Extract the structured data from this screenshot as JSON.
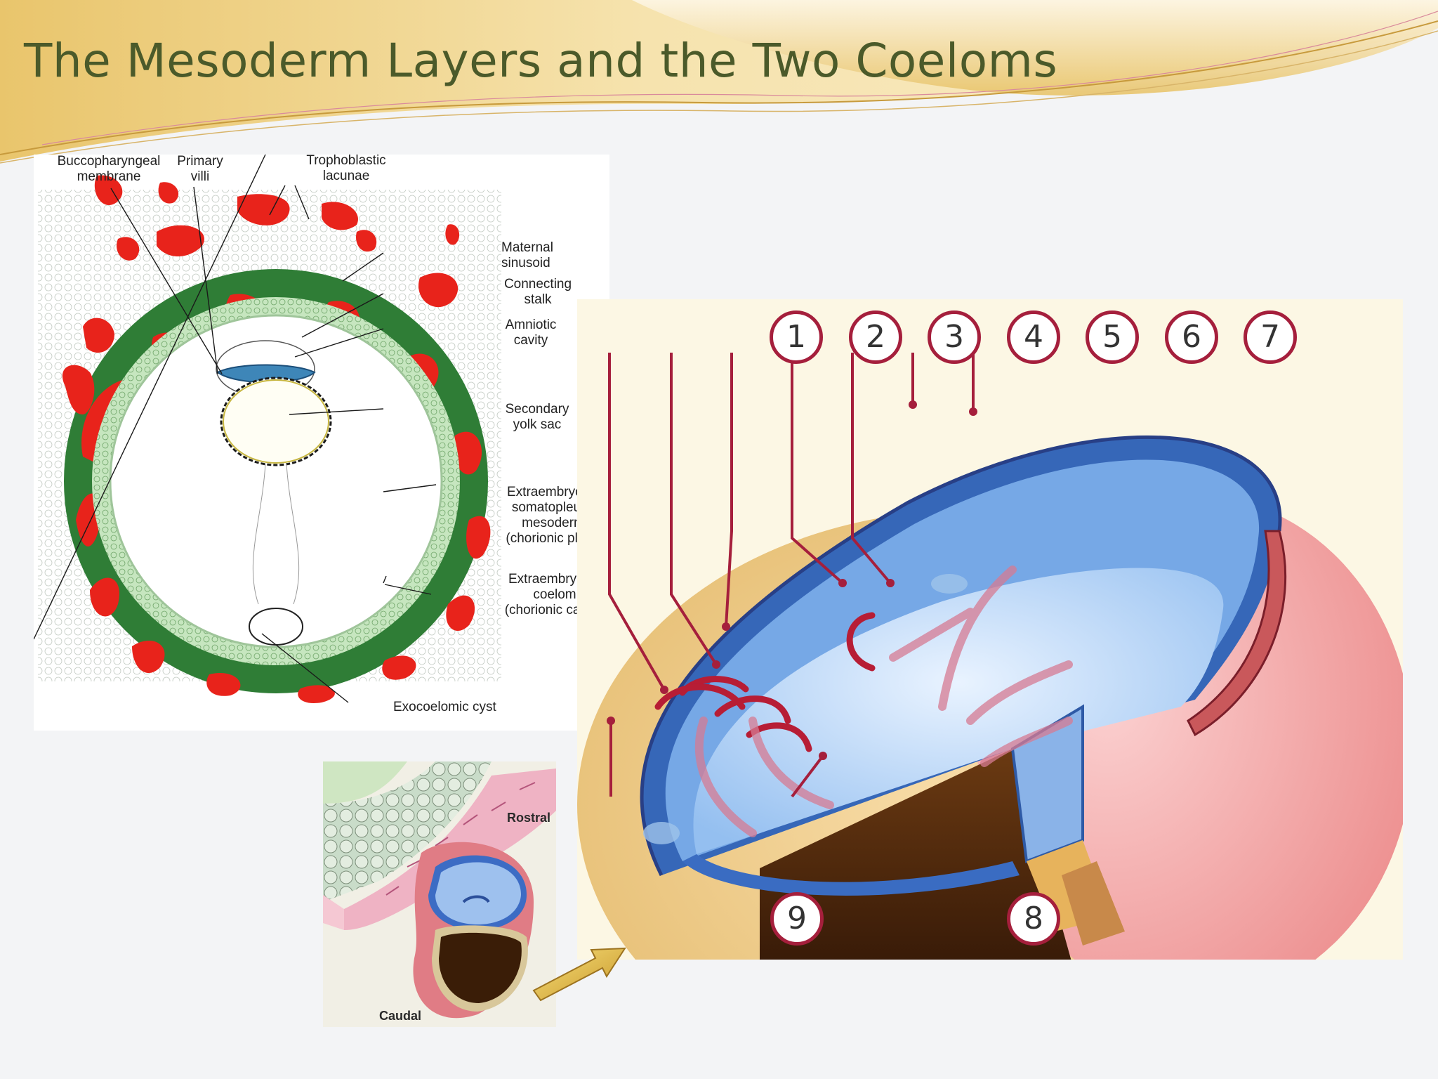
{
  "slide": {
    "title": "The Mesoderm Layers and the Two Coeloms",
    "colors": {
      "title": "#4b5a2a",
      "banner": "#e7c36c",
      "blood": "#e8231b",
      "chorion": "#3f8a3c",
      "mesoderm": "#bfe3b6",
      "amnion": "#6fa6e6",
      "callout": "#a51f3c"
    }
  },
  "left_diagram": {
    "labels": {
      "buccopharyngeal": "Buccopharyngeal\nmembrane",
      "primary_villi": "Primary\nvilli",
      "trophoblastic_lacunae": "Trophoblastic\nlacunae",
      "maternal_sinusoid": "Maternal\nsinusoid",
      "connecting_stalk": "Connecting\nstalk",
      "amniotic_cavity": "Amniotic\ncavity",
      "secondary_yolk_sac": "Secondary\nyolk sac",
      "somatopleuric": "Extraembryonic\nsomatopleuric\nmesoderm\n(chorionic plate)",
      "coelom": "Extraembryonic\ncoelom\n(chorionic cavity)",
      "exocoelomic_cyst": "Exocoelomic cyst"
    }
  },
  "right_diagram": {
    "callouts_top": [
      "1",
      "2",
      "3",
      "4",
      "5",
      "6",
      "7"
    ],
    "callouts_bottom": [
      "9",
      "8"
    ]
  },
  "inset_diagram": {
    "rostral": "Rostral",
    "caudal": "Caudal"
  },
  "icons": {
    "arrow": "pointer-arrow-icon"
  }
}
